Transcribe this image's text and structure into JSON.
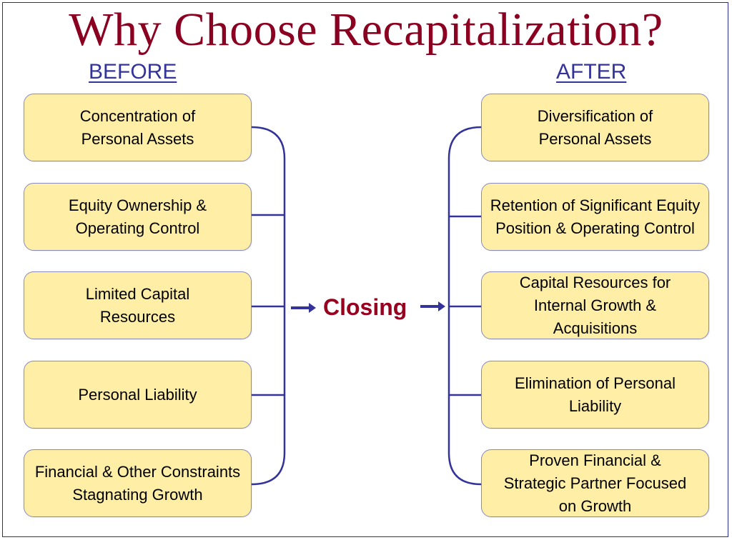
{
  "title": "Why Choose Recapitalization?",
  "before": {
    "heading": "BEFORE",
    "items": [
      "Concentration of Personal Assets",
      "Equity Ownership & Operating Control",
      "Limited Capital Resources",
      "Personal Liability",
      "Financial & Other Constraints Stagnating Growth"
    ]
  },
  "after": {
    "heading": "AFTER",
    "items": [
      "Diversification of Personal Assets",
      "Retention of Significant Equity Position & Operating Control",
      "Capital Resources for Internal Growth & Acquisitions",
      "Elimination of Personal Liability",
      "Proven Financial & Strategic Partner Focused on Growth"
    ]
  },
  "center": {
    "label": "Closing"
  },
  "colors": {
    "title": "#8b0020",
    "heading": "#333399",
    "box_fill": "#feeea6",
    "box_border": "#8a8ab8",
    "connector": "#333399",
    "closing": "#99001f"
  }
}
